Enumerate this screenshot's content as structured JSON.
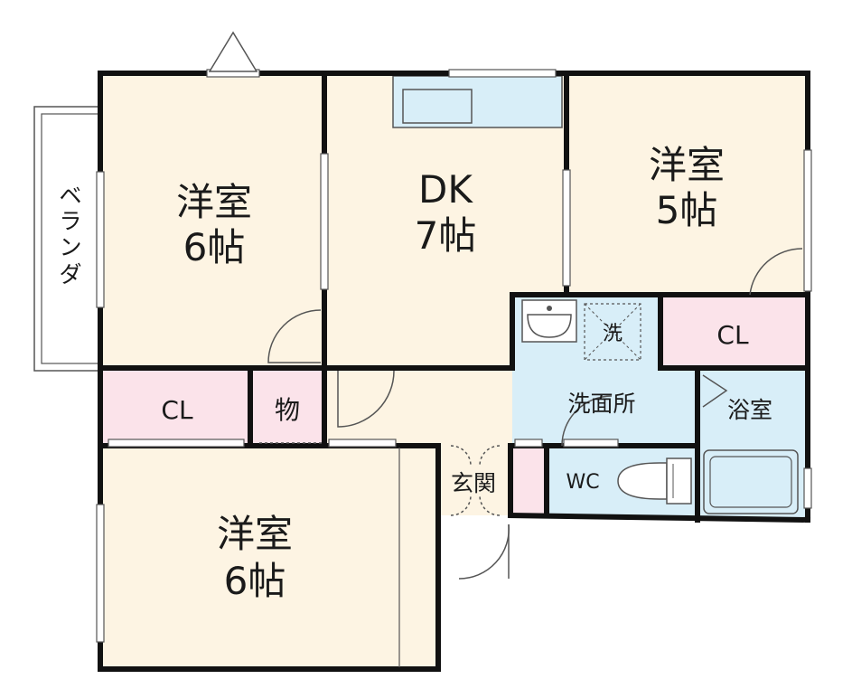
{
  "colors": {
    "room": "#fdf4e3",
    "wet": "#d8eef8",
    "closet": "#fbe3ea",
    "wall": "#111111",
    "thin": "#555555"
  },
  "rooms": {
    "room_nw": {
      "name": "洋室",
      "size": "6帖"
    },
    "dk": {
      "name": "DK",
      "size": "7帖"
    },
    "room_ne": {
      "name": "洋室",
      "size": "5帖"
    },
    "room_sw": {
      "name": "洋室",
      "size": "6帖"
    },
    "closet_w": "CL",
    "closet_e": "CL",
    "storage": "物",
    "washroom": "洗面所",
    "washer": "洗",
    "bath": "浴室",
    "wc": "WC",
    "entrance": "玄関",
    "balcony": [
      "ベ",
      "ラ",
      "ン",
      "ダ"
    ]
  }
}
